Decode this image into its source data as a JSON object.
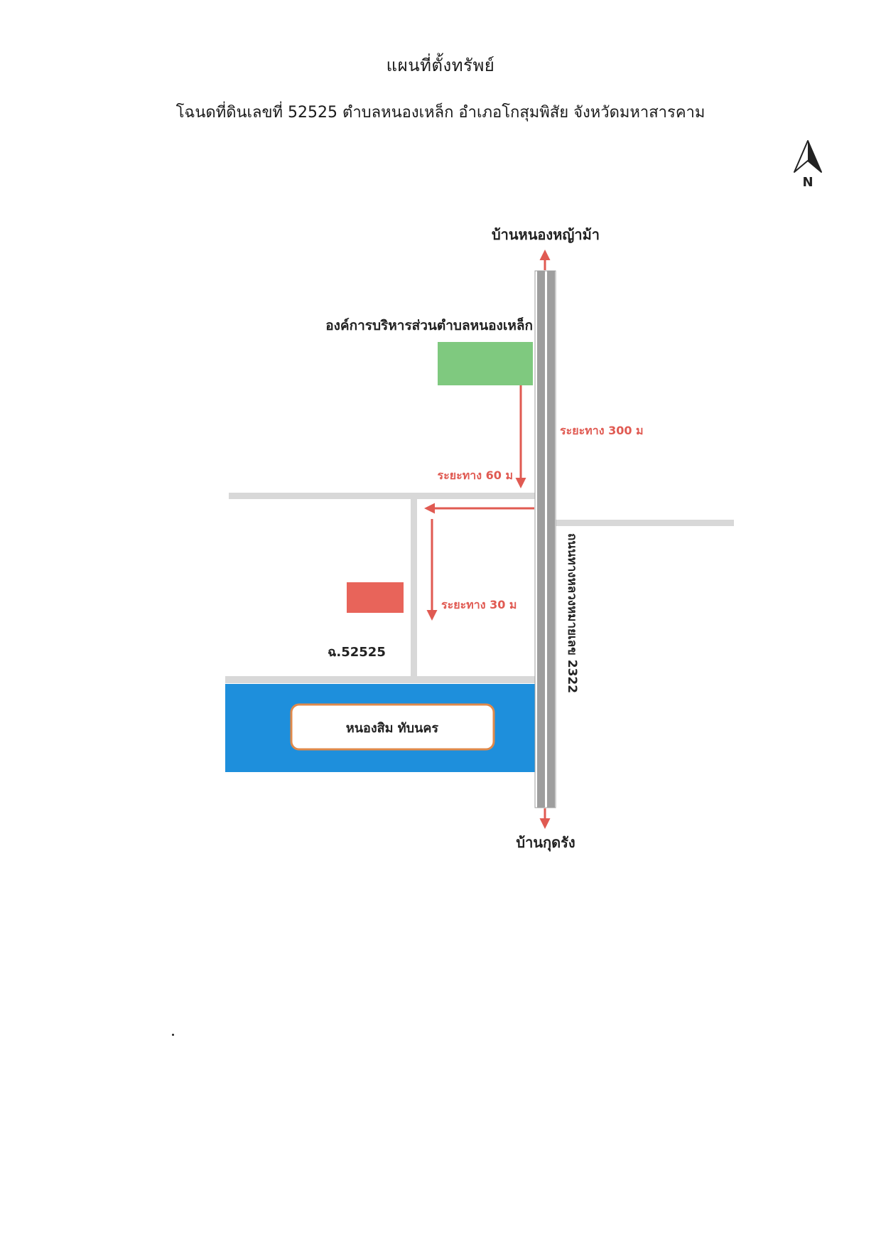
{
  "title": "แผนที่ตั้งทรัพย์",
  "subtitle": "โฉนดที่ดินเลขที่ 52525 ตำบลหนองเหล็ก อำเภอโกสุมพิสัย จังหวัดมหาสารคาม",
  "compass": {
    "label": "N",
    "icon": "north-arrow-icon"
  },
  "places": {
    "north_village": "บ้านหนองหญ้าม้า",
    "south_village": "บ้านกุดรัง",
    "sao_office": "องค์การบริหารส่วนตำบลหนองเหล็ก",
    "plot_label": "ฉ.52525",
    "pond_label": "หนองสิม ทับนคร"
  },
  "road": {
    "name": "ถนนทางหลวงหมายเลข 2322"
  },
  "distances": {
    "main_road": "ระยะทาง 300 ม",
    "to_junction": "ระยะทาง 60 ม",
    "to_plot": "ระยะทาง 30 ม"
  },
  "colors": {
    "highway": "#9e9e9e",
    "side_road": "#d8d8d8",
    "arrow": "#e05a52",
    "sao_building": "#7fc97f",
    "plot": "#e8645a",
    "pond": "#1e8fdc",
    "pond_label_border": "#e0894a"
  }
}
